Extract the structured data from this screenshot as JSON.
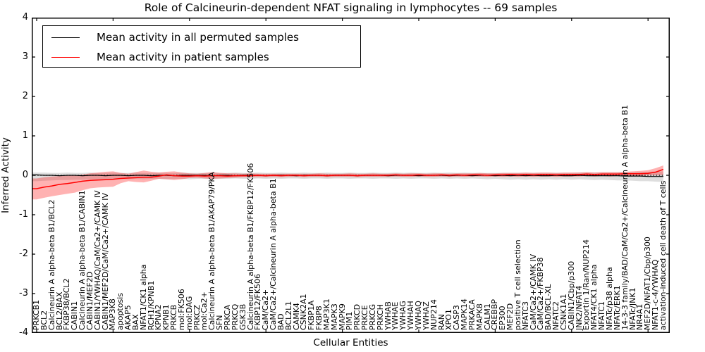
{
  "figure": {
    "title": "Role of Calcineurin-dependent NFAT signaling in lymphocytes -- 69 samples",
    "xlabel": "Cellular Entities",
    "ylabel": "Inferred Activity"
  },
  "chart_data": {
    "type": "line",
    "title": "Role of Calcineurin-dependent NFAT signaling in lymphocytes -- 69 samples",
    "xlabel": "Cellular Entities",
    "ylabel": "Inferred Activity",
    "ylim": [
      -4,
      4
    ],
    "yticks": [
      "4",
      "3",
      "2",
      "1",
      "0",
      "-1",
      "-2",
      "-3",
      "-4"
    ],
    "ytick_values": [
      4,
      3,
      2,
      1,
      0,
      -1,
      -2,
      -3,
      -4
    ],
    "grid": false,
    "legend_position": "upper left",
    "zero_line": "dotted",
    "categories": [
      "PRKCB1",
      "BCL2",
      "Calcineurin A alpha-beta B1/BCL2",
      "BCL2/BAX",
      "FKBP38/BCL2",
      "CABIN1",
      "Calcineurin A alpha-beta B1/CABIN1",
      "CABIN1/MEF2D",
      "CABIN1/YWHAQ/CaM/Ca2+/CAMK IV",
      "CABIN1/MEF2D/CaM/Ca2+/CAMK IV",
      "MAP3K8",
      "apoptosis",
      "AKAP5",
      "BAX",
      "NFAT1/CK1 alpha",
      "RCH1/KPNB1",
      "KPNA2",
      "KPNB1",
      "PRKCB",
      "mol:FK506",
      "mol:DAG",
      "PRKCZ",
      "mol:Ca2+",
      "Calcineurin A alpha-beta B1/AKAP79/PKA",
      "SFN",
      "PRKCA",
      "PRKCQ",
      "GSK3B",
      "Calcineurin A alpha-beta B1/FKBP12/FK506",
      "FKBP12/FK506",
      "CaM/Ca2+",
      "CaM/Ca2+/Calcineurin A alpha-beta B1",
      "BAD",
      "BCL2L1",
      "CAMK4",
      "CSNK2A1",
      "FKBP1A",
      "FKBP8",
      "MAP3K1",
      "MAPK3",
      "MAPK9",
      "PIM1",
      "PRKCD",
      "PRKCE",
      "PRKCG",
      "PRKCH",
      "YWHAB",
      "YWHAE",
      "YWHAG",
      "YWHAH",
      "YWHAQ",
      "YWHAZ",
      "NUP214",
      "RAN",
      "XPO1",
      "CASP3",
      "MAPK14",
      "PRKACA",
      "MAPK8",
      "CALM1",
      "CREBBP",
      "EP300",
      "MEF2D",
      "positive T cell selection",
      "NFATC3",
      "CaM/Ca2+/CAMK IV",
      "CaM/Ca2+/FKBP38",
      "BAD/BCL-XL",
      "NFATC2",
      "CSNK1A1",
      "CABIN1/Cbp/p300",
      "JNK2/NFAT4",
      "Exportin 1/Ran/NUP214",
      "NFAT4/CK1 alpha",
      "NFATC1",
      "NFATc/p38 alpha",
      "NFATc/ERK1",
      "14-3-3 family/BAD/CaM/Ca2+/Calcineurin A alpha-beta B1",
      "NFATc/JNK1",
      "NR4A1",
      "MEF2D/NFAT1/Cbp/p300",
      "NFAT1-c-4/YWHAQ",
      "activation-induced cell death of T cells"
    ],
    "series": [
      {
        "name": "Mean activity in all permuted samples",
        "color": "#000000",
        "band_color": "#000000",
        "band_opacity": 0.13,
        "values": [
          0.01,
          0.0,
          0.0,
          -0.01,
          0.0,
          0.0,
          -0.01,
          0.0,
          0.0,
          -0.01,
          0.0,
          0.0,
          -0.01,
          0.0,
          0.0,
          -0.01,
          0.0,
          0.0,
          -0.01,
          0.0,
          0.0,
          0.0,
          0.0,
          -0.01,
          0.0,
          0.0,
          -0.01,
          0.0,
          0.0,
          0.0,
          -0.01,
          0.0,
          0.0,
          0.0,
          -0.01,
          0.0,
          0.0,
          0.0,
          -0.01,
          0.0,
          0.0,
          0.0,
          -0.01,
          0.0,
          0.0,
          0.0,
          -0.01,
          0.0,
          0.0,
          0.0,
          -0.01,
          0.0,
          0.0,
          0.0,
          -0.01,
          0.0,
          0.0,
          -0.01,
          0.0,
          0.0,
          -0.01,
          0.0,
          -0.01,
          0.0,
          -0.01,
          0.0,
          -0.01,
          -0.01,
          0.0,
          -0.01,
          -0.01,
          0.0,
          -0.01,
          -0.01,
          -0.01,
          -0.01,
          -0.01,
          -0.02,
          -0.02,
          -0.02,
          -0.03,
          -0.03,
          -0.03
        ],
        "band_lo": [
          -0.15,
          -0.14,
          -0.13,
          -0.12,
          -0.12,
          -0.11,
          -0.11,
          -0.1,
          -0.11,
          -0.1,
          -0.1,
          -0.09,
          -0.1,
          -0.09,
          -0.1,
          -0.09,
          -0.09,
          -0.1,
          -0.09,
          -0.09,
          -0.1,
          -0.09,
          -0.09,
          -0.1,
          -0.09,
          -0.09,
          -0.08,
          -0.09,
          -0.09,
          -0.08,
          -0.09,
          -0.08,
          -0.09,
          -0.08,
          -0.08,
          -0.09,
          -0.08,
          -0.08,
          -0.09,
          -0.08,
          -0.08,
          -0.09,
          -0.08,
          -0.08,
          -0.09,
          -0.08,
          -0.08,
          -0.09,
          -0.08,
          -0.09,
          -0.08,
          -0.08,
          -0.09,
          -0.08,
          -0.09,
          -0.08,
          -0.09,
          -0.08,
          -0.09,
          -0.1,
          -0.09,
          -0.1,
          -0.11,
          -0.1,
          -0.11,
          -0.1,
          -0.11,
          -0.1,
          -0.11,
          -0.1,
          -0.11,
          -0.1,
          -0.11,
          -0.12,
          -0.11,
          -0.12,
          -0.13,
          -0.13,
          -0.14,
          -0.15,
          -0.15,
          -0.16,
          -0.17
        ],
        "band_hi": [
          0.07,
          0.07,
          0.06,
          0.06,
          0.07,
          0.06,
          0.06,
          0.07,
          0.06,
          0.06,
          0.07,
          0.06,
          0.06,
          0.07,
          0.06,
          0.06,
          0.07,
          0.06,
          0.06,
          0.07,
          0.06,
          0.06,
          0.06,
          0.07,
          0.06,
          0.06,
          0.07,
          0.06,
          0.06,
          0.07,
          0.06,
          0.06,
          0.07,
          0.06,
          0.06,
          0.07,
          0.06,
          0.06,
          0.07,
          0.06,
          0.06,
          0.07,
          0.06,
          0.06,
          0.07,
          0.06,
          0.06,
          0.07,
          0.06,
          0.07,
          0.06,
          0.06,
          0.07,
          0.06,
          0.07,
          0.06,
          0.07,
          0.06,
          0.06,
          0.06,
          0.06,
          0.06,
          0.06,
          0.06,
          0.06,
          0.06,
          0.06,
          0.06,
          0.06,
          0.06,
          0.06,
          0.07,
          0.07,
          0.07,
          0.07,
          0.07,
          0.07,
          0.08,
          0.08,
          0.09,
          0.09,
          0.1,
          0.1
        ]
      },
      {
        "name": "Mean activity in patient samples",
        "color": "#ff0000",
        "band_color": "#ff0000",
        "band_opacity": 0.3,
        "values": [
          -0.34,
          -0.3,
          -0.27,
          -0.23,
          -0.21,
          -0.18,
          -0.15,
          -0.13,
          -0.12,
          -0.11,
          -0.1,
          -0.08,
          -0.07,
          -0.06,
          -0.05,
          -0.05,
          -0.02,
          0.01,
          -0.01,
          -0.02,
          -0.02,
          -0.01,
          -0.02,
          -0.01,
          -0.01,
          -0.02,
          -0.01,
          -0.01,
          -0.01,
          0.0,
          -0.01,
          0.0,
          -0.01,
          0.0,
          0.0,
          -0.01,
          0.0,
          0.0,
          -0.01,
          0.0,
          0.0,
          0.0,
          -0.01,
          0.0,
          0.0,
          0.0,
          0.0,
          0.01,
          0.0,
          0.0,
          0.01,
          0.0,
          0.0,
          0.01,
          0.0,
          0.01,
          0.0,
          0.01,
          0.01,
          0.0,
          0.01,
          0.01,
          0.02,
          0.01,
          0.02,
          0.01,
          0.02,
          0.02,
          0.01,
          0.02,
          0.02,
          0.02,
          0.03,
          0.02,
          0.03,
          0.03,
          0.03,
          0.04,
          0.04,
          0.04,
          0.05,
          0.08,
          0.15
        ],
        "band_lo": [
          -0.61,
          -0.57,
          -0.53,
          -0.5,
          -0.47,
          -0.44,
          -0.38,
          -0.33,
          -0.31,
          -0.3,
          -0.29,
          -0.2,
          -0.15,
          -0.17,
          -0.18,
          -0.14,
          -0.09,
          -0.1,
          -0.12,
          -0.1,
          -0.07,
          -0.06,
          -0.08,
          -0.09,
          -0.08,
          -0.07,
          -0.06,
          -0.05,
          -0.05,
          -0.05,
          -0.05,
          -0.04,
          -0.05,
          -0.04,
          -0.04,
          -0.05,
          -0.04,
          -0.04,
          -0.05,
          -0.04,
          -0.04,
          -0.04,
          -0.05,
          -0.04,
          -0.04,
          -0.04,
          -0.04,
          -0.03,
          -0.04,
          -0.04,
          -0.03,
          -0.04,
          -0.04,
          -0.03,
          -0.04,
          -0.03,
          -0.04,
          -0.03,
          -0.03,
          -0.04,
          -0.03,
          -0.04,
          -0.03,
          -0.04,
          -0.03,
          -0.04,
          -0.03,
          -0.03,
          -0.04,
          -0.03,
          -0.03,
          -0.03,
          -0.02,
          -0.03,
          -0.02,
          -0.03,
          -0.02,
          -0.02,
          -0.02,
          -0.01,
          0.0,
          0.0,
          0.01
        ],
        "band_hi": [
          -0.08,
          -0.05,
          -0.03,
          -0.02,
          -0.01,
          0.0,
          0.02,
          0.05,
          0.07,
          0.09,
          0.1,
          0.06,
          0.04,
          0.08,
          0.12,
          0.09,
          0.07,
          0.09,
          0.1,
          0.07,
          0.05,
          0.04,
          0.06,
          0.08,
          0.06,
          0.05,
          0.05,
          0.04,
          0.05,
          0.04,
          0.04,
          0.04,
          0.04,
          0.04,
          0.04,
          0.04,
          0.04,
          0.05,
          0.04,
          0.04,
          0.04,
          0.05,
          0.04,
          0.04,
          0.05,
          0.04,
          0.04,
          0.05,
          0.04,
          0.05,
          0.05,
          0.04,
          0.05,
          0.05,
          0.04,
          0.05,
          0.05,
          0.05,
          0.06,
          0.05,
          0.05,
          0.06,
          0.06,
          0.06,
          0.07,
          0.06,
          0.07,
          0.07,
          0.06,
          0.07,
          0.07,
          0.07,
          0.08,
          0.07,
          0.08,
          0.08,
          0.08,
          0.09,
          0.1,
          0.11,
          0.13,
          0.18,
          0.25
        ]
      }
    ]
  }
}
